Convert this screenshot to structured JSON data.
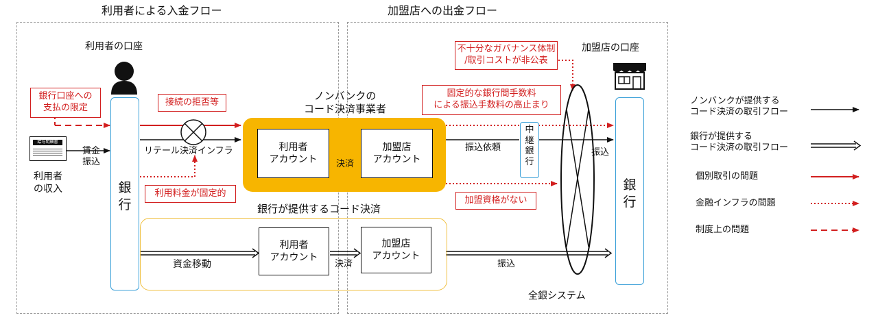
{
  "sections": {
    "left_title": "利用者による入金フロー",
    "right_title": "加盟店への出金フロー"
  },
  "labels": {
    "user_account": "利用者の口座",
    "merchant_account": "加盟店の口座",
    "user_income": "利用者\nの収入",
    "wage_transfer": "賃金\n振込",
    "bank_left": "銀\n行",
    "bank_right": "銀\n行",
    "retail_infra": "リテール決済インフラ",
    "nonbank_title": "ノンバンクの\nコード決済事業者",
    "nb_user_account": "利用者\nアカウント",
    "nb_settlement": "決済",
    "nb_merchant_account": "加盟店\nアカウント",
    "transfer_request": "振込依頼",
    "relay_bank": "中\n継\n銀\n行",
    "transfer_top": "振込",
    "bank_code_title": "銀行が提供するコード決済",
    "bk_fund_move": "資金移動",
    "bk_user_account": "利用者\nアカウント",
    "bk_settlement": "決済",
    "bk_merchant_account": "加盟店\nアカウント",
    "transfer_bottom": "振込",
    "zengin": "全銀システム",
    "payslip": "給与明細書"
  },
  "issues": {
    "restrict_payment": "銀行口座への\n支払の限定",
    "connection_refusal": "接続の拒否等",
    "fixed_fee": "利用料金が固定的",
    "governance": "不十分なガバナンス体制\n/取引コストが非公表",
    "interbank_fee": "固定的な銀行間手数料\nによる振込手数料の高止まり",
    "no_membership": "加盟資格がない"
  },
  "legend": [
    {
      "label": "ノンバンクが提供する\nコード決済の取引フロー",
      "style": "single",
      "color": "#111111"
    },
    {
      "label": "銀行が提供する\nコード決済の取引フロー",
      "style": "double",
      "color": "#111111"
    },
    {
      "label": "個別取引の問題",
      "style": "solid",
      "color": "#d21f1f"
    },
    {
      "label": "金融インフラの問題",
      "style": "dotted",
      "color": "#d21f1f"
    },
    {
      "label": "制度上の問題",
      "style": "dashed",
      "color": "#d21f1f"
    }
  ],
  "colors": {
    "red": "#d21f1f",
    "orange": "#f7b500",
    "bank_outline": "#3aa0d8",
    "bank_code_outline": "#f0c040"
  }
}
